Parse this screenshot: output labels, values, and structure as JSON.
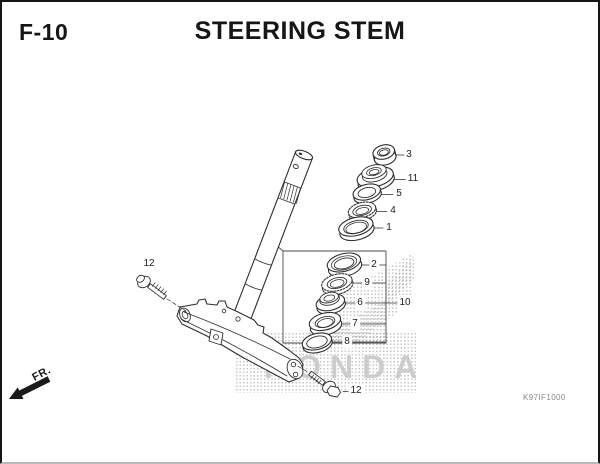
{
  "header": {
    "page_code": "F-10",
    "title": "STEERING STEM"
  },
  "watermark": {
    "brand": "HONDA"
  },
  "front_marker": "FR.",
  "diagram_code": "K97IF1000",
  "part_labels": {
    "l1": "1",
    "l2": "2",
    "l3": "3",
    "l4": "4",
    "l5": "5",
    "l6": "6",
    "l7": "7",
    "l8": "8",
    "l9": "9",
    "l10": "10",
    "l11": "11",
    "l12_upper": "12",
    "l12_lower": "12"
  }
}
